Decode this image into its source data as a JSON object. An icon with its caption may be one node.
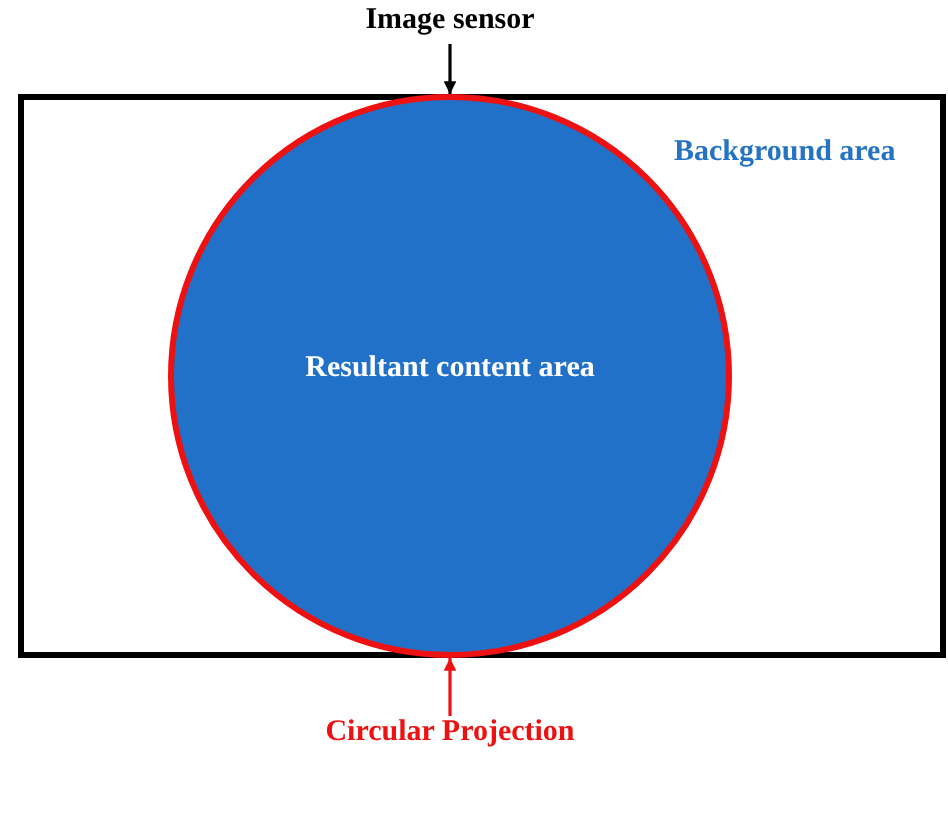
{
  "diagram": {
    "nodes": [
      {
        "text": [
          "Image sensor"
        ]
      },
      {
        "text": [
          "Background area"
        ]
      },
      {
        "text": [
          "Resultant content area"
        ],
        "in": 1
      },
      {
        "text": [
          "Circular Projection"
        ]
      }
    ],
    "edges": [
      {
        "from": 0,
        "to": 1,
        "arrow": "to"
      },
      {
        "from": 3,
        "to": 2,
        "arrow": "to",
        "color": "#ee1111"
      }
    ]
  }
}
